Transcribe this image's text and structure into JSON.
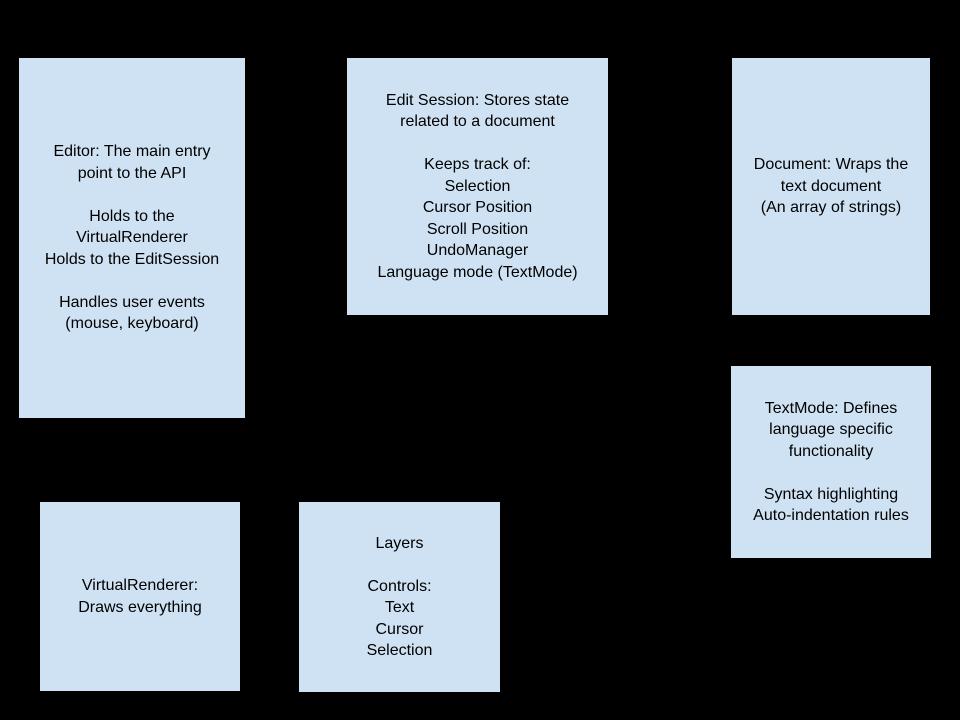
{
  "diagram": {
    "background_color": "#000000",
    "box_fill_color": "#cfe2f3",
    "box_border_color": "#000000",
    "text_color": "#000000",
    "boxes": {
      "editor": {
        "lines": [
          "Editor: The main entry",
          "point to the API",
          "",
          "Holds to the",
          "VirtualRenderer",
          "Holds to the EditSession",
          "",
          "Handles user events",
          "(mouse, keyboard)"
        ]
      },
      "edit_session": {
        "lines": [
          "Edit Session: Stores state",
          "related to a document",
          "",
          "Keeps track of:",
          "Selection",
          "Cursor Position",
          "Scroll Position",
          "UndoManager",
          "Language mode (TextMode)"
        ]
      },
      "document": {
        "lines": [
          "Document: Wraps the",
          "text document",
          "(An array of strings)"
        ]
      },
      "textmode": {
        "lines": [
          "TextMode: Defines",
          "language specific",
          "functionality",
          "",
          "Syntax highlighting",
          "Auto-indentation rules"
        ]
      },
      "virtualrenderer": {
        "lines": [
          "VirtualRenderer:",
          "Draws everything"
        ]
      },
      "layers": {
        "lines": [
          "Layers",
          "",
          "Controls:",
          "Text",
          "Cursor",
          "Selection"
        ]
      }
    }
  }
}
